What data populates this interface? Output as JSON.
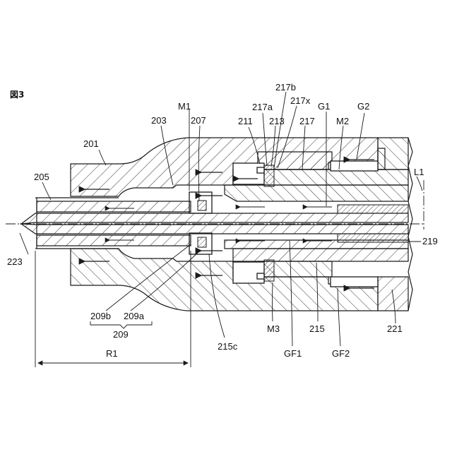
{
  "figure": {
    "title": "図3"
  },
  "labels": {
    "l201": "201",
    "l203": "203",
    "l205": "205",
    "l207": "207",
    "lM1": "M1",
    "l211": "211",
    "l217a": "217a",
    "l213": "213",
    "l217b": "217b",
    "l217x": "217x",
    "l217": "217",
    "lG1": "G1",
    "lM2": "M2",
    "lG2": "G2",
    "lL1": "L1",
    "l219": "219",
    "l223": "223",
    "l209b": "209b",
    "l209a": "209a",
    "l209": "209",
    "l215c": "215c",
    "lM3": "M3",
    "l215": "215",
    "l221": "221",
    "lGF1": "GF1",
    "lGF2": "GF2",
    "lR1": "R1"
  }
}
